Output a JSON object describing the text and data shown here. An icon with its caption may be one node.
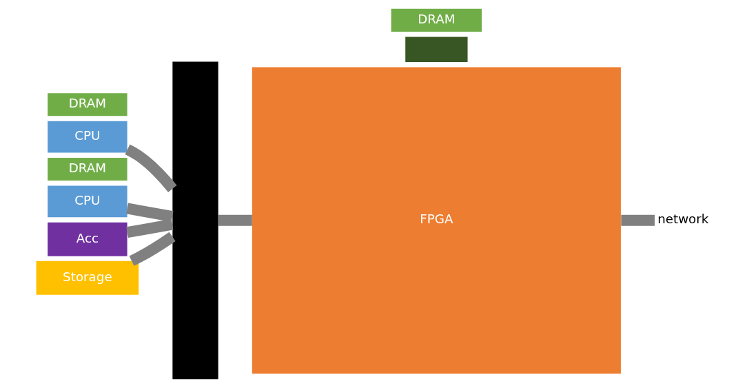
{
  "diagram": {
    "nodes": [
      {
        "text": [
          "DRAM"
        ]
      },
      {
        "text": [],
        "shape": "box"
      },
      {
        "text": [
          "DRAM"
        ]
      },
      {
        "text": [
          "CPU"
        ]
      },
      {
        "text": [
          "DRAM"
        ]
      },
      {
        "text": [
          "CPU"
        ]
      },
      {
        "text": [
          "Acc"
        ]
      },
      {
        "text": [
          "Storage"
        ]
      },
      {
        "text": [],
        "shape": "bar"
      },
      {
        "text": [
          "FPGA"
        ]
      },
      {
        "text": [
          "network"
        ]
      }
    ],
    "edges": [
      {
        "from": 3,
        "to": 8,
        "arrow": "none"
      },
      {
        "from": 5,
        "to": 8,
        "arrow": "none"
      },
      {
        "from": 6,
        "to": 8,
        "arrow": "none"
      },
      {
        "from": 7,
        "to": 8,
        "arrow": "none"
      },
      {
        "from": 8,
        "to": 9,
        "arrow": "none"
      },
      {
        "from": 9,
        "to": 10,
        "arrow": "none"
      }
    ]
  }
}
